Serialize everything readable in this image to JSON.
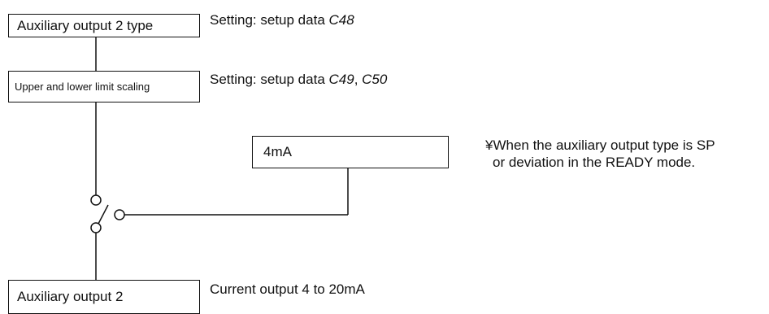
{
  "boxes": {
    "aux_type": "Auxiliary output 2 type",
    "scaling": "Upper and lower limit scaling",
    "fixed_4ma": "4mA",
    "aux_output": "Auxiliary output 2"
  },
  "labels": {
    "aux_type_setting_prefix": "Setting: setup data ",
    "aux_type_setting_code": "C48",
    "scaling_setting_prefix": "Setting: setup data ",
    "scaling_setting_code_1": "C49",
    "scaling_setting_separator": ", ",
    "scaling_setting_code_2": "C50",
    "current_output": "Current output 4 to 20mA"
  },
  "note": {
    "line1": "¥When the auxiliary output type is SP",
    "line2": "or deviation in the READY mode."
  }
}
